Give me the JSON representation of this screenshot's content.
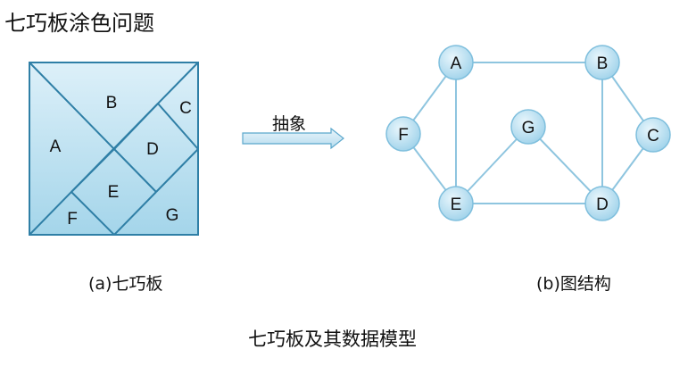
{
  "title": "七巧板涂色问题",
  "arrow_label": "抽象",
  "caption_a": "(a)七巧板",
  "caption_b": "(b)图结构",
  "bottom_caption": "七巧板及其数据模型",
  "tangram": {
    "pieces": [
      "A",
      "B",
      "C",
      "D",
      "E",
      "F",
      "G"
    ]
  },
  "graph": {
    "nodes": [
      "A",
      "B",
      "C",
      "D",
      "E",
      "F",
      "G"
    ],
    "edges": [
      [
        "A",
        "B"
      ],
      [
        "A",
        "F"
      ],
      [
        "A",
        "E"
      ],
      [
        "B",
        "C"
      ],
      [
        "B",
        "D"
      ],
      [
        "C",
        "D"
      ],
      [
        "D",
        "E"
      ],
      [
        "D",
        "G"
      ],
      [
        "E",
        "G"
      ],
      [
        "E",
        "F"
      ]
    ]
  },
  "colors": {
    "fill_top": "#d9eef8",
    "fill_bottom": "#a9d8ec",
    "stroke": "#2f7fa6",
    "edge": "#8ec5df",
    "arrow_fill": "#cfe8f3"
  }
}
